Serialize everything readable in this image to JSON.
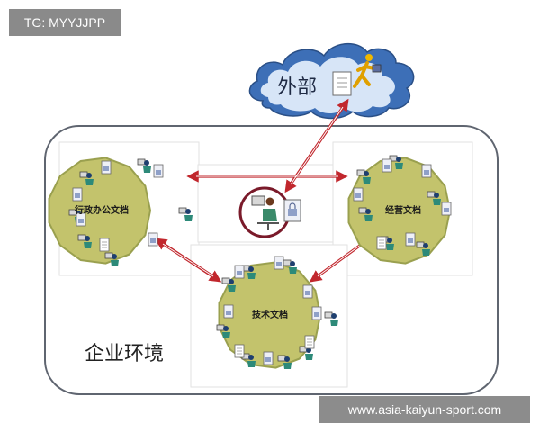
{
  "watermark": {
    "tag_label": "TG: MYYJJPP",
    "footer_url": "www.asia-kaiyun-sport.com"
  },
  "diagram": {
    "external_label": "外部",
    "enterprise_label": "企业环境",
    "groups": {
      "admin": "行政办公文档",
      "business": "经营文档",
      "tech": "技术文档"
    }
  },
  "colors": {
    "node_fill": "#c3c36c",
    "node_stroke": "#9aa04f",
    "arrow": "#c1272d",
    "cloud": "#3d6fb7",
    "frame": "#5f6570"
  }
}
